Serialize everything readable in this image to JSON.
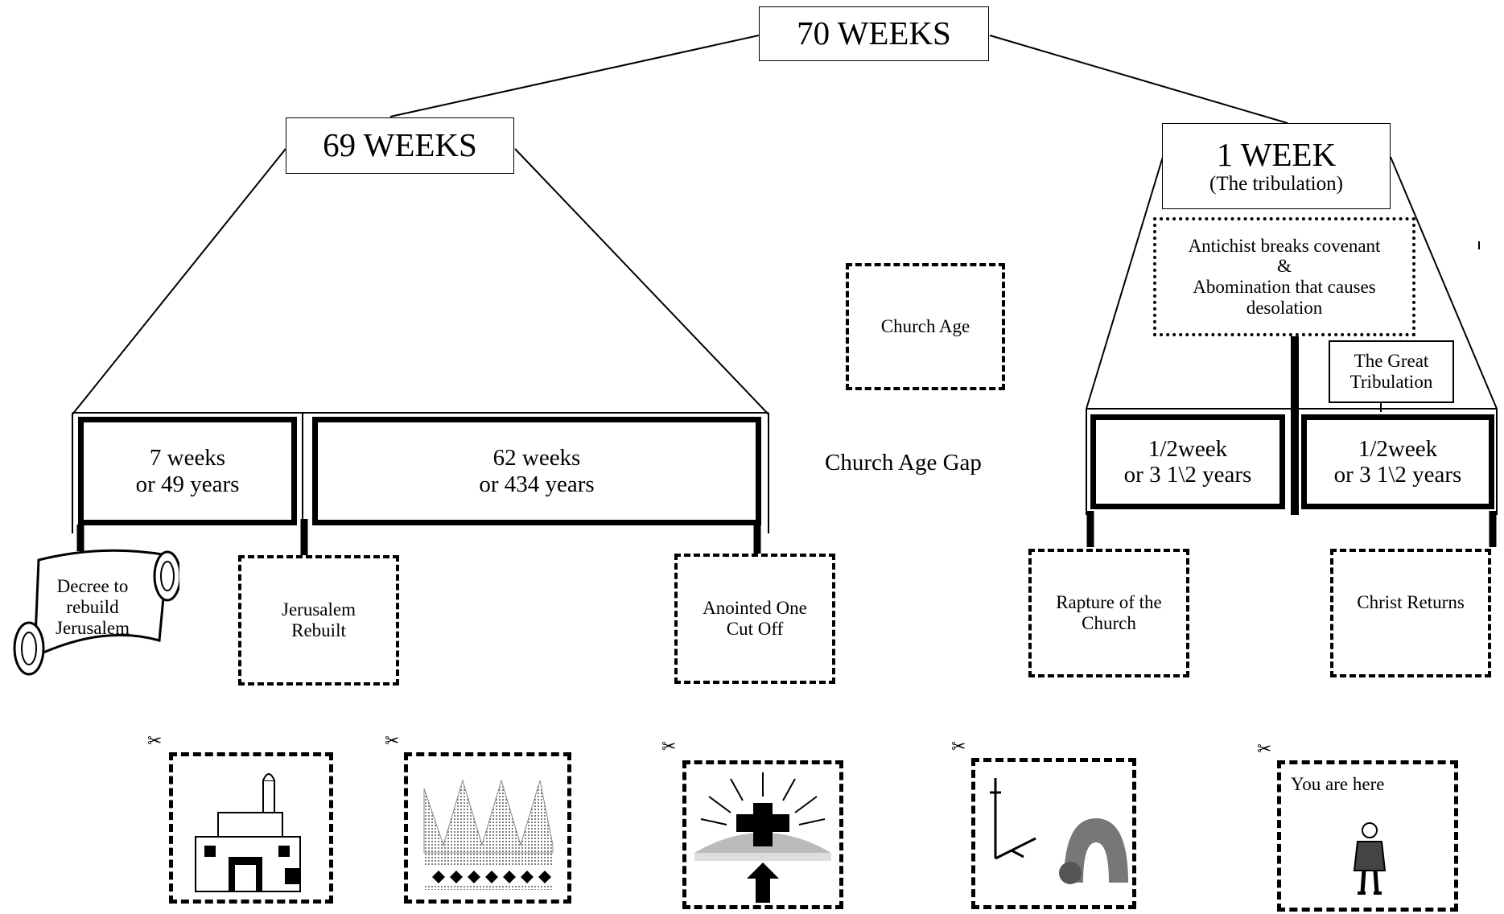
{
  "top": {
    "label": "70 WEEKS"
  },
  "left_branch": {
    "label": "69 WEEKS"
  },
  "right_branch": {
    "label": "1 WEEK",
    "sublabel": "(The tribulation)"
  },
  "segments": {
    "seven": {
      "line1": "7 weeks",
      "line2": "or 49 years"
    },
    "sixtytwo": {
      "line1": "62 weeks",
      "line2": "or 434 years"
    },
    "half1": {
      "line1": "1/2week",
      "line2": "or 3  1\\2 years"
    },
    "half2": {
      "line1": "1/2week",
      "line2": "or 3  1\\2 years"
    }
  },
  "gap": {
    "church_age": "Church Age",
    "gap_label": "Church Age Gap"
  },
  "antichrist": {
    "line1": "Antichist breaks covenant",
    "line2": "&",
    "line3": "Abomination that causes",
    "line4": "desolation"
  },
  "great_tribulation": {
    "line1": "The Great",
    "line2": "Tribulation"
  },
  "events": {
    "decree": {
      "line1": "Decree to",
      "line2": "rebuild",
      "line3": "Jerusalem"
    },
    "rebuilt": {
      "line1": "Jerusalem",
      "line2": "Rebuilt"
    },
    "anointed": {
      "line1": "Anointed One",
      "line2": "Cut Off"
    },
    "rapture": {
      "line1": "Rapture of the",
      "line2": "Church"
    },
    "returns": {
      "line1": "Christ Returns"
    }
  },
  "cutouts": {
    "you_are_here": "You are here"
  },
  "icons": [
    "scroll-icon",
    "scissors-icon",
    "city-icon",
    "crown-icon",
    "cross-sunrise-icon",
    "cross-tomb-icon",
    "person-icon"
  ]
}
